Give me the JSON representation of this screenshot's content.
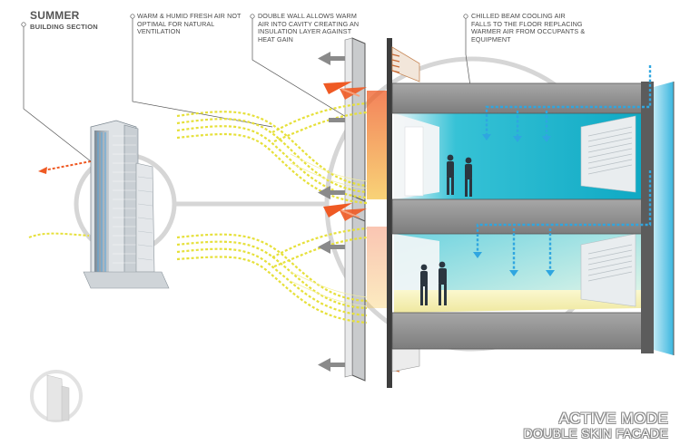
{
  "title": {
    "main": "SUMMER",
    "sub": "BUILDING SECTION"
  },
  "annotations": {
    "fresh_air": "WARM & HUMID FRESH AIR NOT OPTIMAL FOR NATURAL VENTILATION",
    "double_wall": "DOUBLE WALL ALLOWS WARM AIR INTO CAVITY CREATING AN INSULATION LAYER AGAINST HEAT GAIN",
    "chilled_beam": "CHILLED BEAM COOLING AIR FALLS TO THE FLOOR REPLACING WARMER AIR FROM OCCUPANTS & EQUIPMENT"
  },
  "mode": {
    "line1": "ACTIVE MODE",
    "line2": "DOUBLE SKIN FACADE"
  },
  "colors": {
    "fresh_air": "#e6e03a",
    "warm_air": "#ef5a24",
    "cool_air": "#2fa6e0",
    "room_cyan": "#1fb8cf",
    "slab": "#9a9a9a",
    "floor_yellow": "#f6f2b8"
  }
}
